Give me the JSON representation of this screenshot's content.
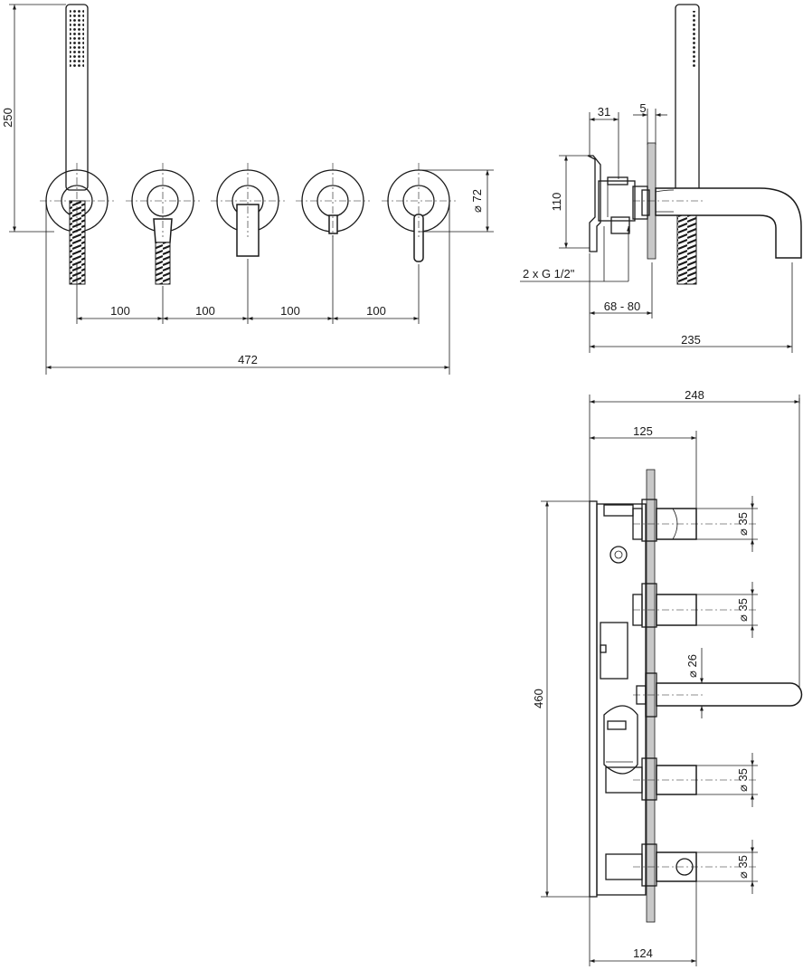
{
  "dimensions": {
    "front": {
      "height_250": "250",
      "spacing": [
        "100",
        "100",
        "100",
        "100"
      ],
      "total_width": "472",
      "rosette_diameter": "⌀ 72"
    },
    "side": {
      "depth_31": "31",
      "gap_5": "5",
      "height_110": "110",
      "connection": "2 x G 1/2\"",
      "range": "68 - 80",
      "projection": "235"
    },
    "plan": {
      "overall": "248",
      "body": "125",
      "box_bottom": "124",
      "length": "460",
      "d35_1": "⌀ 35",
      "d35_2": "⌀ 35",
      "d26": "⌀ 26",
      "d35_3": "⌀ 35",
      "d35_4": "⌀ 35"
    }
  }
}
